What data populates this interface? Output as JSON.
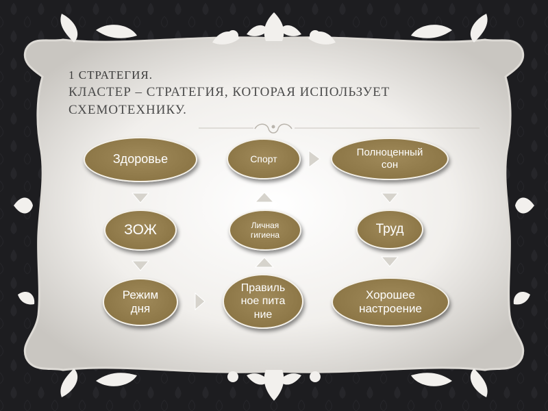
{
  "title": {
    "line1": "1 СТРАТЕГИЯ.",
    "line2": "КЛАСТЕР – СТРАТЕГИЯ, КОТОРАЯ ИСПОЛЬЗУЕТ СХЕМОТЕХНИКУ."
  },
  "nodes": {
    "zdorovie": "Здоровье",
    "sport": "Спорт",
    "son": "Полноценный сон",
    "zozh": "ЗОЖ",
    "gigiena": "Личная гигиена",
    "trud": "Труд",
    "rezhim": "Режим дня",
    "pitanie": "Правильное питание",
    "nastroenie": "Хорошее настроение"
  },
  "colors": {
    "node_fill": "#8d7747",
    "arrow_fill": "#d6d3cc",
    "frame_fill": "#f2f0ed",
    "background": "#1d1d20"
  }
}
